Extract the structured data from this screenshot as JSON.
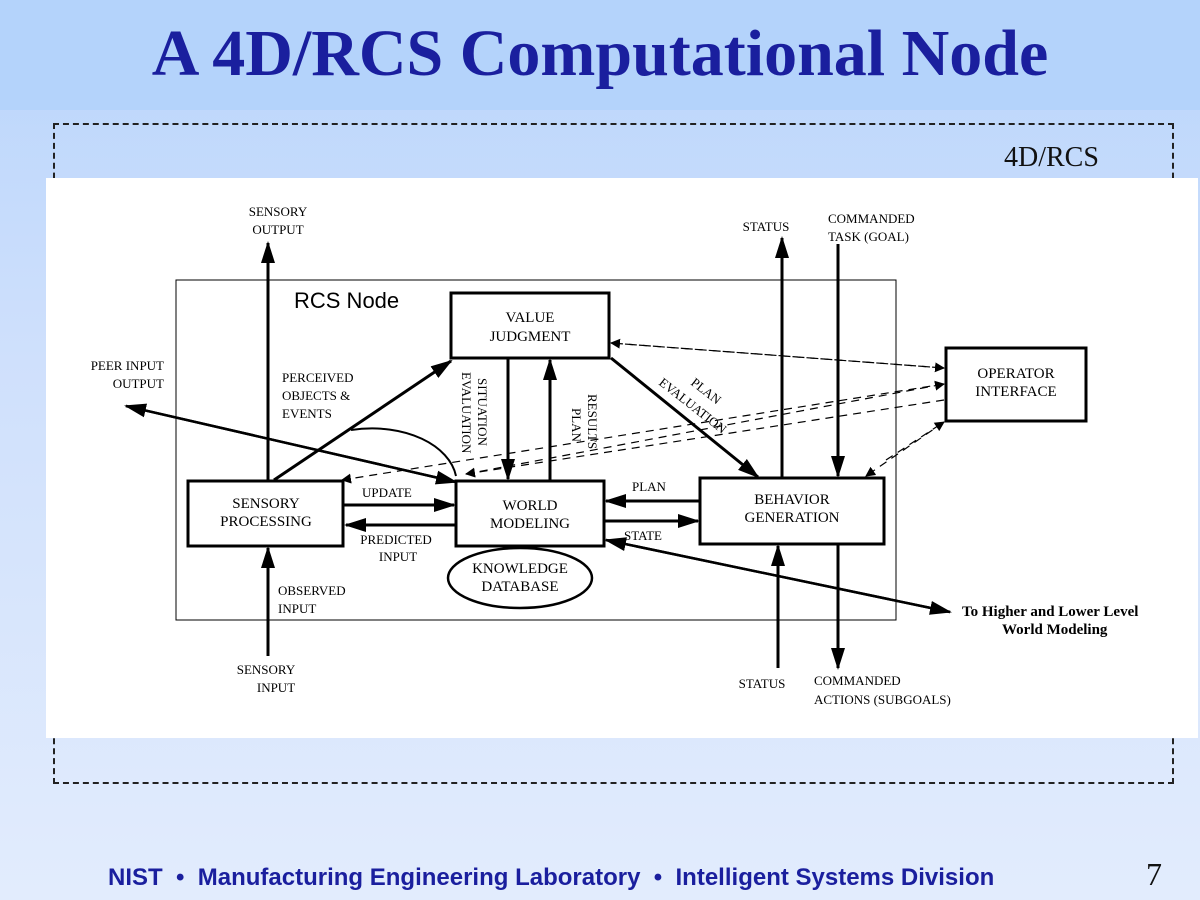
{
  "slide": {
    "title": "A 4D/RCS Computational Node",
    "frame_label": "4D/RCS",
    "footer": "NIST  •  Manufacturing Engineering Laboratory  •  Intelligent Systems Division",
    "page_number": "7"
  },
  "diagram": {
    "node_title": "RCS Node",
    "boxes": {
      "value_judgment": [
        "VALUE",
        "JUDGMENT"
      ],
      "sensory_processing": [
        "SENSORY",
        "PROCESSING"
      ],
      "world_modeling": [
        "WORLD",
        "MODELING"
      ],
      "behavior_generation": [
        "BEHAVIOR",
        "GENERATION"
      ],
      "operator_interface": [
        "OPERATOR",
        "INTERFACE"
      ],
      "knowledge_database": [
        "KNOWLEDGE",
        "DATABASE"
      ]
    },
    "labels": {
      "sensory_output": [
        "SENSORY",
        "OUTPUT"
      ],
      "status_top": "STATUS",
      "commanded_task": [
        "COMMANDED",
        "TASK (GOAL)"
      ],
      "peer_io": [
        "PEER INPUT",
        "OUTPUT"
      ],
      "perceived": [
        "PERCEIVED",
        "OBJECTS &",
        "EVENTS"
      ],
      "situation_evaluation": [
        "SITUATION",
        "EVALUATION"
      ],
      "plan_results": [
        "PLAN",
        "RESULTS"
      ],
      "plan_evaluation": [
        "PLAN",
        "EVALUATION"
      ],
      "update": "UPDATE",
      "predicted_input": [
        "PREDICTED",
        "INPUT"
      ],
      "plan": "PLAN",
      "state": "STATE",
      "observed_input": [
        "OBSERVED",
        "INPUT"
      ],
      "sensory_input": [
        "SENSORY",
        "INPUT"
      ],
      "status_bottom": "STATUS",
      "commanded_actions": [
        "COMMANDED",
        "ACTIONS (SUBGOALS)"
      ],
      "higher_lower": [
        "To Higher and Lower Level",
        "World Modeling"
      ]
    }
  }
}
